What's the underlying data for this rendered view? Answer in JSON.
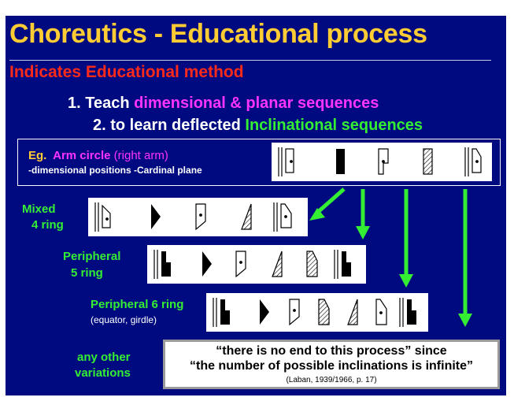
{
  "slide": {
    "title": "Choreutics - Educational process",
    "subtitle": "Indicates Educational method",
    "step1": {
      "num": "1.",
      "a": " Teach ",
      "b": "dimensional & planar sequences"
    },
    "step2": {
      "num": "2.",
      "a": " to learn deflected ",
      "b": "Inclinational sequences"
    },
    "example": {
      "eg": "Eg.",
      "name": "Arm circle",
      "detail": " (right arm)",
      "line2": "-dimensional positions  -Cardinal plane"
    },
    "labels": {
      "mixed_a": "Mixed",
      "mixed_b": "4 ring",
      "p5_a": "Peripheral",
      "p5_b": "5 ring",
      "p6": "Peripheral 6 ring",
      "p6_sub": "(equator, girdle)",
      "other_a": "any other",
      "other_b": "variations"
    },
    "quote": {
      "line1": "“there is no end to this process” since",
      "line2": "“the number of possible inclinations is infinite”",
      "cite": "(Laban, 1939/1966, p. 17)"
    },
    "colors": {
      "background": "#000a80",
      "title": "#ffcc33",
      "subtitle": "#ff2a1a",
      "magenta": "#ff33ff",
      "green": "#33ee33"
    }
  }
}
